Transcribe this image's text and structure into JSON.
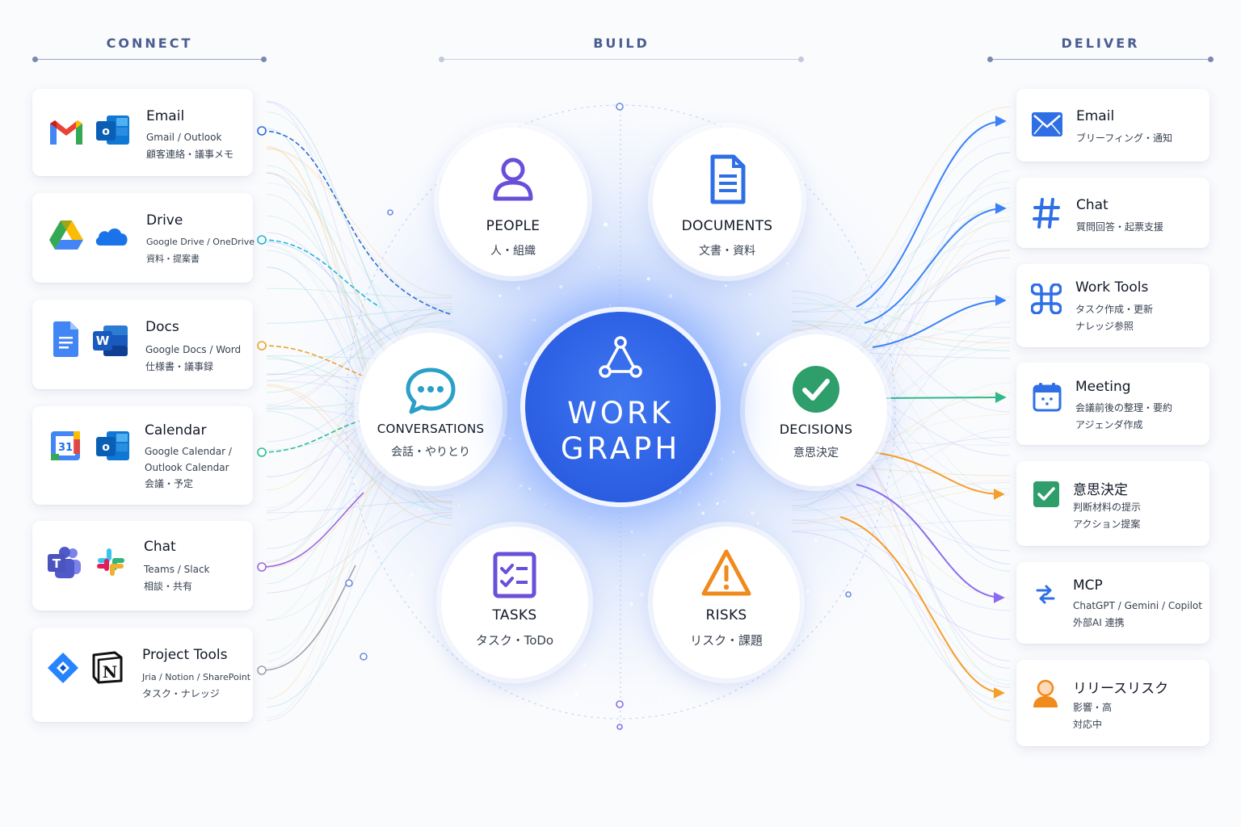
{
  "headers": {
    "connect": "CONNECT",
    "build": "BUILD",
    "deliver": "DELIVER"
  },
  "connect": [
    {
      "title": "Email",
      "sub1": "Gmail / Outlook",
      "sub2": "顧客連絡・議事メモ",
      "icons": [
        "gmail-icon",
        "outlook-icon"
      ],
      "accent": "#2f6fd6"
    },
    {
      "title": "Drive",
      "sub1": "Google Drive / OneDrive",
      "sub2": "資料・提案書",
      "icons": [
        "google-drive-icon",
        "onedrive-icon"
      ],
      "accent": "#20b8d8"
    },
    {
      "title": "Docs",
      "sub1": "Google Docs / Word",
      "sub2": "仕様書・議事録",
      "icons": [
        "google-docs-icon",
        "word-icon"
      ],
      "accent": "#f0a030"
    },
    {
      "title": "Calendar",
      "sub1": "Google Calendar /",
      "sub2": "Outlook Calendar",
      "sub3": "会議・予定",
      "icons": [
        "google-calendar-icon",
        "outlook-icon"
      ],
      "accent": "#2fbf8f"
    },
    {
      "title": "Chat",
      "sub1": "Teams / Slack",
      "sub2": "相談・共有",
      "icons": [
        "teams-icon",
        "slack-icon"
      ],
      "accent": "#9a6be0"
    },
    {
      "title": "Project Tools",
      "sub1": "Jria / Notion / SharePoint",
      "sub2": "タスク・ナレッジ",
      "icons": [
        "jira-icon",
        "notion-icon"
      ],
      "accent": "#9ca3af"
    }
  ],
  "build": {
    "core": {
      "line1": "WORK",
      "line2": "GRAPH",
      "icon": "graph-network-icon"
    },
    "nodes": [
      {
        "label": "PEOPLE",
        "sub": "人・組織",
        "icon": "person-icon",
        "color": "#6a4fd9"
      },
      {
        "label": "DOCUMENTS",
        "sub": "文書・資料",
        "icon": "document-icon",
        "color": "#2f6fe6"
      },
      {
        "label": "CONVERSATIONS",
        "sub": "会話・やりとり",
        "icon": "chat-bubble-icon",
        "color": "#2aa0c8"
      },
      {
        "label": "DECISIONS",
        "sub": "意思決定",
        "icon": "check-circle-icon",
        "color": "#2e9e6b"
      },
      {
        "label": "TASKS",
        "sub": "タスク・ToDo",
        "icon": "checklist-icon",
        "color": "#6a4fd9"
      },
      {
        "label": "RISKS",
        "sub": "リスク・課題",
        "icon": "warning-icon",
        "color": "#f08a1c"
      }
    ]
  },
  "deliver": [
    {
      "title": "Email",
      "sub1": "ブリーフィング・通知",
      "sub2": "",
      "icon": "envelope-icon",
      "color": "#2f6fe6"
    },
    {
      "title": "Chat",
      "sub1": "質問回答・起票支援",
      "sub2": "",
      "icon": "hashtag-icon",
      "color": "#2f6fe6"
    },
    {
      "title": "Work Tools",
      "sub1": "タスク作成・更新",
      "sub2": "ナレッジ参照",
      "icon": "command-icon",
      "color": "#2f6fe6"
    },
    {
      "title": "Meeting",
      "sub1": "会議前後の整理・要約",
      "sub2": "アジェンダ作成",
      "icon": "calendar-icon",
      "color": "#2f6fe6"
    },
    {
      "title": "意思決定",
      "sub1": "判断材料の提示",
      "sub2": "アクション提案",
      "icon": "check-square-icon",
      "color": "#2e9e6b"
    },
    {
      "title": "MCP",
      "sub1": "ChatGPT / Gemini / Copilot",
      "sub2": "外部AI 連携",
      "icon": "swap-arrows-icon",
      "color": "#2f6fe6"
    },
    {
      "title": "リリースリスク",
      "sub1": "影響・高",
      "sub2": "対応中",
      "icon": "person-alert-icon",
      "color": "#f08a1c"
    }
  ]
}
